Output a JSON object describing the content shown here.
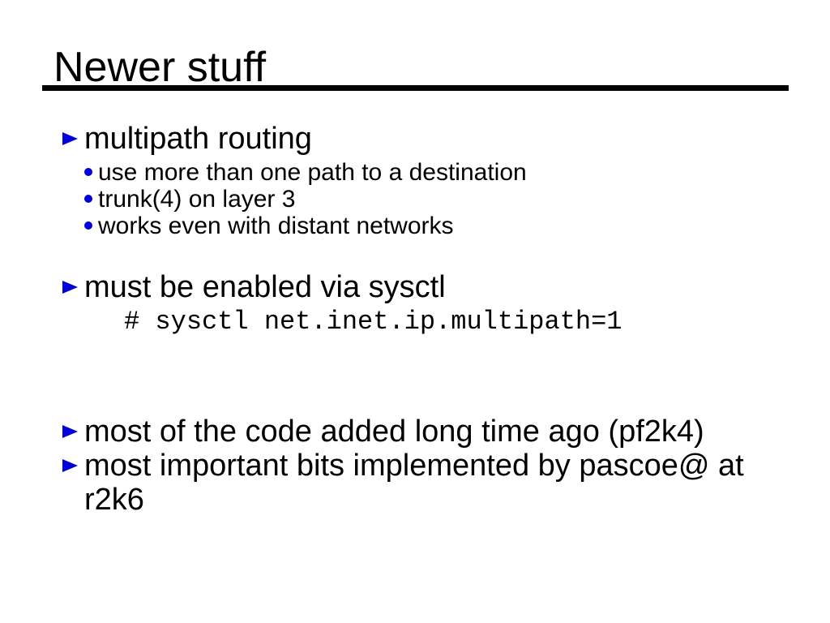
{
  "slide": {
    "title": "Newer stuff",
    "bullets": [
      {
        "label": "multipath routing",
        "subitems": [
          "use more than one path to a destination",
          "trunk(4) on layer 3",
          "works even with distant networks"
        ]
      },
      {
        "label": "must be enabled via sysctl",
        "code": "# sysctl net.inet.ip.multipath=1"
      },
      {
        "label": "most of the code added long time ago (pf2k4)"
      },
      {
        "label": "most important bits implemented by pascoe@ at r2k6"
      }
    ]
  },
  "colors": {
    "background": "#ffffff",
    "text": "#000000",
    "bullet": "#0000dd",
    "title_rule": "#000000"
  }
}
